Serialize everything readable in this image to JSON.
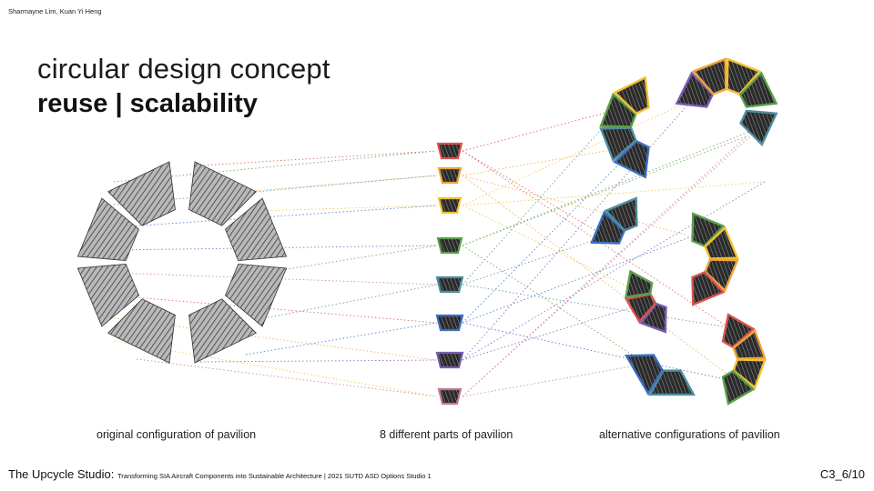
{
  "authors": "Sharmayne Lim, Kuan Yi Heng",
  "title_line1": "circular design concept",
  "title_line2": "reuse | scalability",
  "captions": {
    "original": "original configuration of pavilion",
    "parts": "8 different parts of pavilion",
    "alternatives": "alternative configurations of pavilion"
  },
  "footer": {
    "studio": "The Upcycle Studio:",
    "subtitle": "Transforming SIA Aircraft Components into Sustainable Architecture | 2021 SUTD ASD Options Studio 1"
  },
  "page_number": "C3_6/10",
  "part_colors": [
    "#d9534f",
    "#f0a33a",
    "#f2c12e",
    "#5aa04a",
    "#4e8fa0",
    "#3a6fc4",
    "#7b5cb5",
    "#c9758f"
  ]
}
